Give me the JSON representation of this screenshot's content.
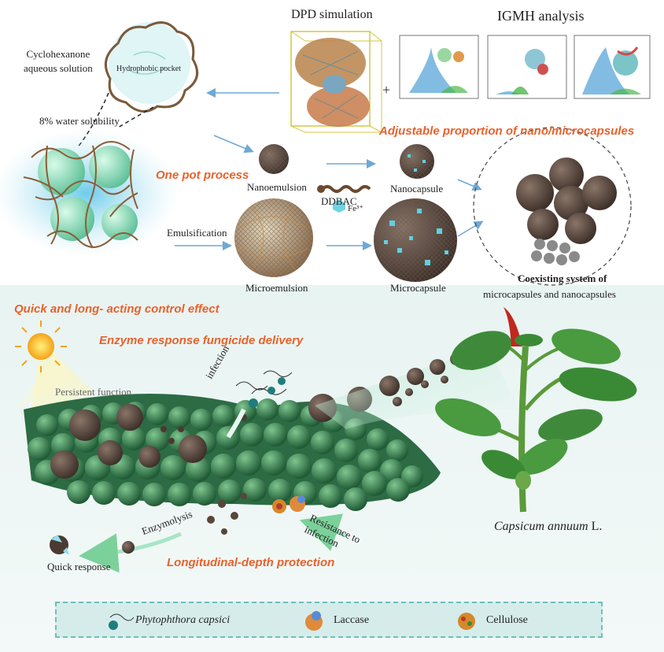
{
  "labels": {
    "cyclohexanone": "Cyclohexanone\naqueous solution",
    "hydrophobic_pocket": "Hydrophobic pocket",
    "water_solubility": "8% water solubility",
    "dpd_simulation": "DPD simulation",
    "igmh_analysis": "IGMH analysis",
    "plus": "+",
    "adjustable_proportion": "Adjustable proportion of nano/microcapsules",
    "one_pot_process": "One pot process",
    "nanoemulsion": "Nanoemulsion",
    "ddbac": "DDBAC",
    "fe": "Fe³⁺",
    "nanocapsule": "Nanocapsule",
    "emulsification": "Emulsification",
    "microemulsion": "Microemulsion",
    "microcapsule": "Microcapsule",
    "coexisting_line1": "Coexisting system of",
    "coexisting_line2": "microcapsules and nanocapsules",
    "quick_long": "Quick and long- acting control effect",
    "enzyme_response": "Enzyme response fungicide delivery",
    "persistent_function": "Persistent function",
    "infection": "infection",
    "enzymolysis": "Enzymolysis",
    "resistance": "Resistance to\ninfection",
    "quick_response": "Quick response",
    "longitudinal": "Longitudinal-depth protection",
    "capsicum": "Capsicum annuum",
    "capsicum_suffix": " L."
  },
  "legend": [
    {
      "icon": "pathogen-icon",
      "label": "Phytophthora capsici"
    },
    {
      "icon": "laccase-icon",
      "label": "Laccase"
    },
    {
      "icon": "cellulose-icon",
      "label": "Cellulose"
    }
  ],
  "colors": {
    "highlight": "#e8622c",
    "capsule": "#4a3a32",
    "fe_dots": "#5fd0e0",
    "leaf": "#3d8a55",
    "legend_border": "#6bc0bd",
    "sphere": "#8ee0bf"
  }
}
